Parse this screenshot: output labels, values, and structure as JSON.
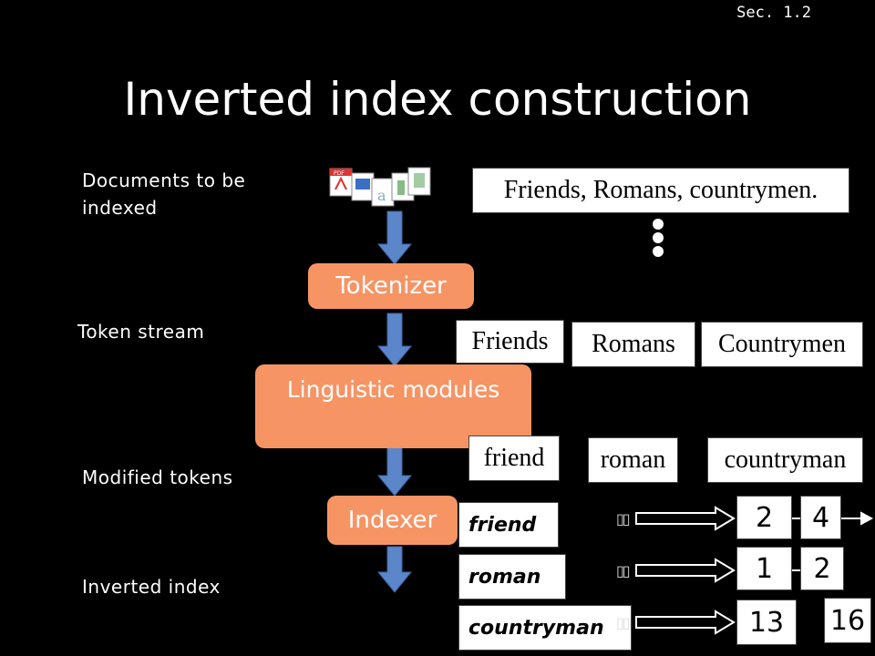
{
  "section_label": "Sec. 1.2",
  "title": "Inverted index construction",
  "left_labels": {
    "documents": "Documents to be indexed",
    "token_stream": "Token stream",
    "modified_tokens": "Modified tokens",
    "inverted_index": "Inverted index"
  },
  "stages": {
    "tokenizer": "Tokenizer",
    "linguistic": "Linguistic modules",
    "indexer": "Indexer"
  },
  "document_text": "Friends, Romans, countrymen.",
  "tokens": [
    "Friends",
    "Romans",
    "Countrymen"
  ],
  "modified_tokens": [
    "friend",
    "roman",
    "countryman"
  ],
  "index": [
    {
      "term": "friend",
      "postings": [
        "2",
        "4"
      ]
    },
    {
      "term": "roman",
      "postings": [
        "1",
        "2"
      ]
    },
    {
      "term": "countryman",
      "postings": [
        "13",
        "16"
      ]
    }
  ],
  "colors": {
    "stage": "#f79464",
    "arrow": "#5b86c9"
  }
}
